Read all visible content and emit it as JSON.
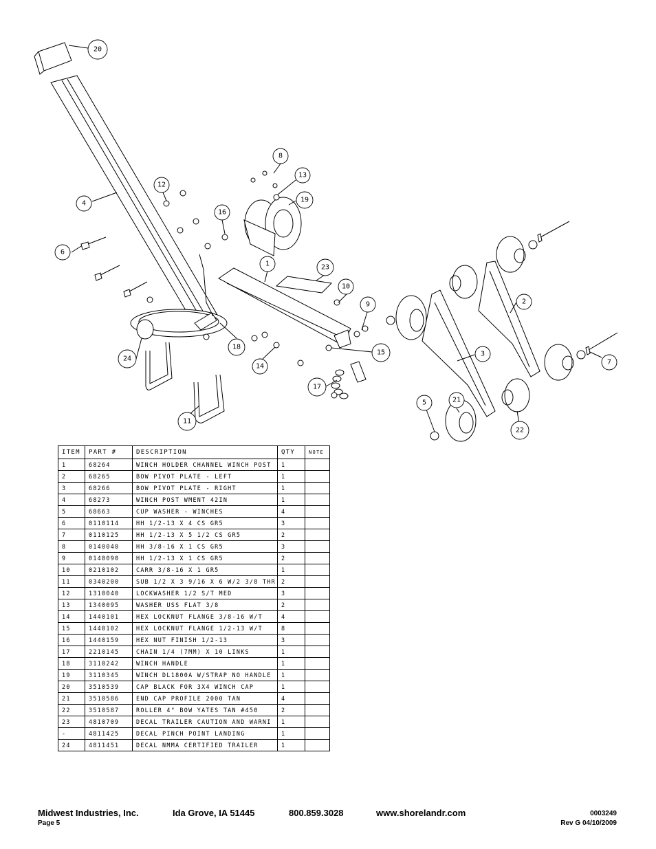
{
  "diagram": {
    "callouts": [
      "1",
      "2",
      "3",
      "4",
      "5",
      "6",
      "7",
      "8",
      "9",
      "10",
      "11",
      "12",
      "13",
      "14",
      "15",
      "16",
      "17",
      "18",
      "19",
      "20",
      "21",
      "22",
      "23",
      "24"
    ]
  },
  "table": {
    "headers": {
      "item": "ITEM",
      "part": "PART #",
      "description": "DESCRIPTION",
      "qty": "QTY",
      "note": "NOTE"
    },
    "rows": [
      {
        "item": "1",
        "part": "68264",
        "description": "WINCH HOLDER CHANNEL WINCH POST",
        "qty": "1",
        "note": ""
      },
      {
        "item": "2",
        "part": "68265",
        "description": "BOW PIVOT PLATE - LEFT",
        "qty": "1",
        "note": ""
      },
      {
        "item": "3",
        "part": "68266",
        "description": "BOW PIVOT PLATE - RIGHT",
        "qty": "1",
        "note": ""
      },
      {
        "item": "4",
        "part": "68273",
        "description": "WINCH POST WMENT 42IN",
        "qty": "1",
        "note": ""
      },
      {
        "item": "5",
        "part": "68663",
        "description": "CUP WASHER - WINCHES",
        "qty": "4",
        "note": ""
      },
      {
        "item": "6",
        "part": "0110114",
        "description": "HH 1/2-13 X 4 CS GR5",
        "qty": "3",
        "note": ""
      },
      {
        "item": "7",
        "part": "0110125",
        "description": "HH 1/2-13 X 5 1/2 CS GR5",
        "qty": "2",
        "note": ""
      },
      {
        "item": "8",
        "part": "0140040",
        "description": "HH 3/8-16 X 1 CS GR5",
        "qty": "3",
        "note": ""
      },
      {
        "item": "9",
        "part": "0140090",
        "description": "HH 1/2-13 X 1 CS GR5",
        "qty": "2",
        "note": ""
      },
      {
        "item": "10",
        "part": "0210102",
        "description": "CARR 3/8-16 X 1 GR5",
        "qty": "1",
        "note": ""
      },
      {
        "item": "11",
        "part": "0340200",
        "description": "SUB 1/2 X 3 9/16 X 6 W/2 3/8 THR",
        "qty": "2",
        "note": ""
      },
      {
        "item": "12",
        "part": "1310040",
        "description": "LOCKWASHER 1/2 S/T MED",
        "qty": "3",
        "note": ""
      },
      {
        "item": "13",
        "part": "1340095",
        "description": "WASHER USS FLAT 3/8",
        "qty": "2",
        "note": ""
      },
      {
        "item": "14",
        "part": "1440101",
        "description": "HEX LOCKNUT FLANGE 3/8-16 W/T",
        "qty": "4",
        "note": ""
      },
      {
        "item": "15",
        "part": "1440102",
        "description": "HEX LOCKNUT FLANGE 1/2-13 W/T",
        "qty": "8",
        "note": ""
      },
      {
        "item": "16",
        "part": "1440159",
        "description": "HEX NUT FINISH 1/2-13",
        "qty": "3",
        "note": ""
      },
      {
        "item": "17",
        "part": "2210145",
        "description": "CHAIN 1/4 (7MM) X 10 LINKS",
        "qty": "1",
        "note": ""
      },
      {
        "item": "18",
        "part": "3110242",
        "description": "WINCH HANDLE",
        "qty": "1",
        "note": ""
      },
      {
        "item": "19",
        "part": "3110345",
        "description": "WINCH DL1800A W/STRAP  NO HANDLE",
        "qty": "1",
        "note": ""
      },
      {
        "item": "20",
        "part": "3510539",
        "description": "CAP BLACK FOR 3X4 WINCH CAP",
        "qty": "1",
        "note": ""
      },
      {
        "item": "21",
        "part": "3510586",
        "description": "END CAP PROFILE 2000 TAN",
        "qty": "4",
        "note": ""
      },
      {
        "item": "22",
        "part": "3510587",
        "description": "ROLLER 4\" BOW YATES TAN #450",
        "qty": "2",
        "note": ""
      },
      {
        "item": "23",
        "part": "4810709",
        "description": "DECAL TRAILER CAUTION AND WARNI",
        "qty": "1",
        "note": ""
      },
      {
        "item": "-",
        "part": "4811425",
        "description": "DECAL PINCH POINT LANDING",
        "qty": "1",
        "note": ""
      },
      {
        "item": "24",
        "part": "4811451",
        "description": " DECAL NMMA CERTIFIED TRAILER",
        "qty": "1",
        "note": ""
      }
    ]
  },
  "footer": {
    "company": "Midwest Industries, Inc.",
    "city": "Ida Grove, IA  51445",
    "phone": "800.859.3028",
    "website": "www.shorelandr.com",
    "doc_number": "0003249",
    "page": "Page 5",
    "revision": "Rev G  04/10/2009"
  }
}
